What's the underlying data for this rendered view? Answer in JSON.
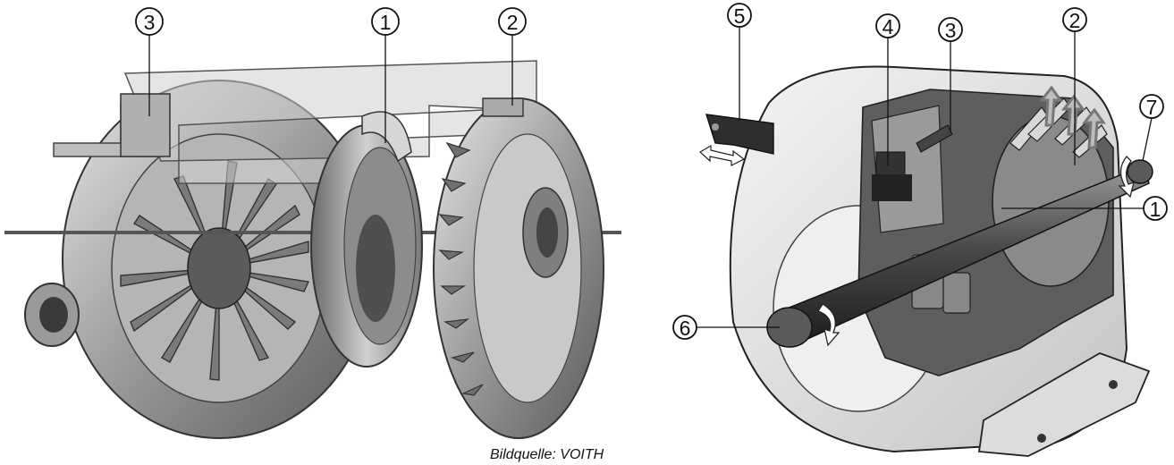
{
  "left_figure": {
    "callouts": [
      {
        "id": "3",
        "label": "3"
      },
      {
        "id": "1",
        "label": "1"
      },
      {
        "id": "2",
        "label": "2"
      }
    ]
  },
  "right_figure": {
    "callouts": [
      {
        "id": "5",
        "label": "5"
      },
      {
        "id": "4",
        "label": "4"
      },
      {
        "id": "3",
        "label": "3"
      },
      {
        "id": "2",
        "label": "2"
      },
      {
        "id": "7",
        "label": "7"
      },
      {
        "id": "1",
        "label": "1"
      },
      {
        "id": "6",
        "label": "6"
      }
    ]
  },
  "caption": "Bildquelle: VOITH"
}
